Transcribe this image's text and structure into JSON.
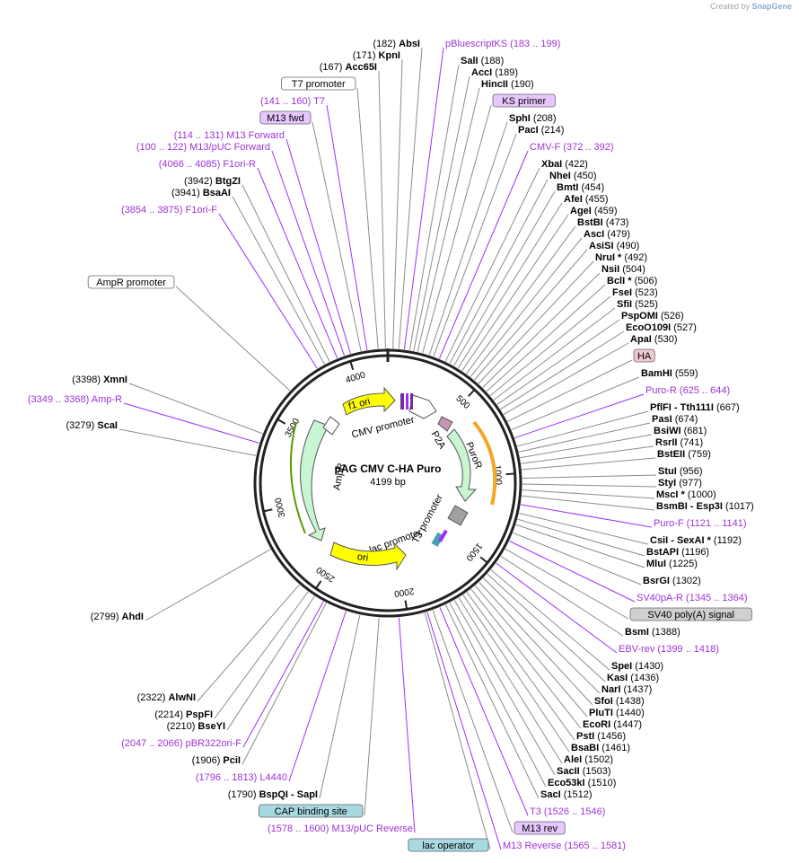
{
  "credit": {
    "prefix": "Created by",
    "brand": "SnapGene"
  },
  "map": {
    "name": "pAG CMV C-HA Puro",
    "length_label": "4199 bp",
    "total_bp": 4199,
    "ticks": [
      "500",
      "1000",
      "1500",
      "2000",
      "2500",
      "3000",
      "3500",
      "4000"
    ]
  },
  "colors": {
    "enzyme": "#000000",
    "primer_text": "#a033d6",
    "primer_line": "#9b30ff",
    "feature_green": "#c8f5d2",
    "ori_yellow": "#ffff00",
    "puro_orange": "#f5a623",
    "ha_box": "#f0c8cf",
    "primer_box": "#e6c8ff",
    "grey_box": "#d0d0d0",
    "blue_box": "#a8d8e0"
  },
  "features": [
    {
      "name": "f1 ori",
      "label": "f1 ori"
    },
    {
      "name": "cmv-promoter",
      "label": "CMV promoter"
    },
    {
      "name": "p2a",
      "label": "P2A"
    },
    {
      "name": "puror",
      "label": "PuroR"
    },
    {
      "name": "t3-promoter",
      "label": "T3 promoter"
    },
    {
      "name": "lac-promoter",
      "label": "lac promoter"
    },
    {
      "name": "ori",
      "label": "ori"
    },
    {
      "name": "ampr",
      "label": "AmpR"
    }
  ],
  "left_labels": [
    {
      "kind": "enzyme",
      "pos": "(182)",
      "name": "AbsI"
    },
    {
      "kind": "enzyme",
      "pos": "(171)",
      "name": "KpnI"
    },
    {
      "kind": "enzyme",
      "pos": "(167)",
      "name": "Acc65I"
    },
    {
      "kind": "boxfeat",
      "name": "T7 promoter"
    },
    {
      "kind": "primer",
      "pos": "(141 .. 160)",
      "name": "T7"
    },
    {
      "kind": "boxprimer",
      "name": "M13 fwd"
    },
    {
      "kind": "primer",
      "pos": "(114 .. 131)",
      "name": "M13 Forward"
    },
    {
      "kind": "primer",
      "pos": "(100 .. 122)",
      "name": "M13/pUC Forward"
    },
    {
      "kind": "primer",
      "pos": "(4066 .. 4085)",
      "name": "F1ori-R"
    },
    {
      "kind": "enzyme",
      "pos": "(3942)",
      "name": "BtgZI"
    },
    {
      "kind": "enzyme",
      "pos": "(3941)",
      "name": "BsaAI"
    },
    {
      "kind": "primer",
      "pos": "(3854 .. 3875)",
      "name": "F1ori-F"
    },
    {
      "kind": "boxfeat",
      "name": "AmpR promoter"
    },
    {
      "kind": "enzyme",
      "pos": "(3398)",
      "name": "XmnI"
    },
    {
      "kind": "primer",
      "pos": "(3349 .. 3368)",
      "name": "Amp-R"
    },
    {
      "kind": "enzyme",
      "pos": "(3279)",
      "name": "ScaI"
    },
    {
      "kind": "enzyme",
      "pos": "(2799)",
      "name": "AhdI"
    },
    {
      "kind": "enzyme",
      "pos": "(2322)",
      "name": "AlwNI"
    },
    {
      "kind": "enzyme",
      "pos": "(2214)",
      "name": "PspFI"
    },
    {
      "kind": "enzyme",
      "pos": "(2210)",
      "name": "BseYI"
    },
    {
      "kind": "primer",
      "pos": "(2047 .. 2066)",
      "name": "pBR322ori-F"
    },
    {
      "kind": "enzyme",
      "pos": "(1906)",
      "name": "PciI"
    },
    {
      "kind": "primer",
      "pos": "(1796 .. 1813)",
      "name": "L4440"
    },
    {
      "kind": "enzyme",
      "pos": "(1790)",
      "name": "BspQI - SapI"
    },
    {
      "kind": "boxblue",
      "name": "CAP binding site"
    },
    {
      "kind": "primer",
      "pos": "(1578 .. 1600)",
      "name": "M13/pUC Reverse"
    },
    {
      "kind": "boxblue",
      "name": "lac operator"
    }
  ],
  "right_labels": [
    {
      "kind": "primer",
      "name": "pBluescriptKS",
      "pos": "(183 .. 199)"
    },
    {
      "kind": "enzyme",
      "name": "SalI",
      "pos": "(188)"
    },
    {
      "kind": "enzyme",
      "name": "AccI",
      "pos": "(189)"
    },
    {
      "kind": "enzyme",
      "name": "HincII",
      "pos": "(190)"
    },
    {
      "kind": "boxprimer",
      "name": "KS primer"
    },
    {
      "kind": "enzyme",
      "name": "SphI",
      "pos": "(208)"
    },
    {
      "kind": "enzyme",
      "name": "PacI",
      "pos": "(214)"
    },
    {
      "kind": "primer",
      "name": "CMV-F",
      "pos": "(372 .. 392)"
    },
    {
      "kind": "enzyme",
      "name": "XbaI",
      "pos": "(422)"
    },
    {
      "kind": "enzyme",
      "name": "NheI",
      "pos": "(450)"
    },
    {
      "kind": "enzyme",
      "name": "BmtI",
      "pos": "(454)"
    },
    {
      "kind": "enzyme",
      "name": "AfeI",
      "pos": "(455)"
    },
    {
      "kind": "enzyme",
      "name": "AgeI",
      "pos": "(459)"
    },
    {
      "kind": "enzyme",
      "name": "BstBI",
      "pos": "(473)"
    },
    {
      "kind": "enzyme",
      "name": "AscI",
      "pos": "(479)"
    },
    {
      "kind": "enzyme",
      "name": "AsiSI",
      "pos": "(490)"
    },
    {
      "kind": "enzyme",
      "name": "NruI *",
      "pos": "(492)"
    },
    {
      "kind": "enzyme",
      "name": "NsiI",
      "pos": "(504)"
    },
    {
      "kind": "enzyme",
      "name": "BclI *",
      "pos": "(506)"
    },
    {
      "kind": "enzyme",
      "name": "FseI",
      "pos": "(523)"
    },
    {
      "kind": "enzyme",
      "name": "SfiI",
      "pos": "(525)"
    },
    {
      "kind": "enzyme",
      "name": "PspOMI",
      "pos": "(526)"
    },
    {
      "kind": "enzyme",
      "name": "EcoO109I",
      "pos": "(527)"
    },
    {
      "kind": "enzyme",
      "name": "ApaI",
      "pos": "(530)"
    },
    {
      "kind": "boxha",
      "name": "HA"
    },
    {
      "kind": "enzyme",
      "name": "BamHI",
      "pos": "(559)"
    },
    {
      "kind": "primer",
      "name": "Puro-R",
      "pos": "(625 .. 644)"
    },
    {
      "kind": "enzyme",
      "name": "PflFI - Tth111I",
      "pos": "(667)"
    },
    {
      "kind": "enzyme",
      "name": "PasI",
      "pos": "(674)"
    },
    {
      "kind": "enzyme",
      "name": "BsiWI",
      "pos": "(681)"
    },
    {
      "kind": "enzyme",
      "name": "RsrII",
      "pos": "(741)"
    },
    {
      "kind": "enzyme",
      "name": "BstEII",
      "pos": "(759)"
    },
    {
      "kind": "enzyme",
      "name": "StuI",
      "pos": "(956)"
    },
    {
      "kind": "enzyme",
      "name": "StyI",
      "pos": "(977)"
    },
    {
      "kind": "enzyme",
      "name": "MscI *",
      "pos": "(1000)"
    },
    {
      "kind": "enzyme",
      "name": "BsmBI - Esp3I",
      "pos": "(1017)"
    },
    {
      "kind": "primer",
      "name": "Puro-F",
      "pos": "(1121 .. 1141)"
    },
    {
      "kind": "enzyme",
      "name": "CsiI - SexAI *",
      "pos": "(1192)"
    },
    {
      "kind": "enzyme",
      "name": "BstAPI",
      "pos": "(1196)"
    },
    {
      "kind": "enzyme",
      "name": "MluI",
      "pos": "(1225)"
    },
    {
      "kind": "enzyme",
      "name": "BsrGI",
      "pos": "(1302)"
    },
    {
      "kind": "primer",
      "name": "SV40pA-R",
      "pos": "(1345 .. 1364)"
    },
    {
      "kind": "boxgrey",
      "name": "SV40 poly(A) signal"
    },
    {
      "kind": "enzyme",
      "name": "BsmI",
      "pos": "(1388)"
    },
    {
      "kind": "primer",
      "name": "EBV-rev",
      "pos": "(1399 .. 1418)"
    },
    {
      "kind": "enzyme",
      "name": "SpeI",
      "pos": "(1430)"
    },
    {
      "kind": "enzyme",
      "name": "KasI",
      "pos": "(1436)"
    },
    {
      "kind": "enzyme",
      "name": "NarI",
      "pos": "(1437)"
    },
    {
      "kind": "enzyme",
      "name": "SfoI",
      "pos": "(1438)"
    },
    {
      "kind": "enzyme",
      "name": "PluTI",
      "pos": "(1440)"
    },
    {
      "kind": "enzyme",
      "name": "EcoRI",
      "pos": "(1447)"
    },
    {
      "kind": "enzyme",
      "name": "PstI",
      "pos": "(1456)"
    },
    {
      "kind": "enzyme",
      "name": "BsaBI",
      "pos": "(1461)"
    },
    {
      "kind": "enzyme",
      "name": "AleI",
      "pos": "(1502)"
    },
    {
      "kind": "enzyme",
      "name": "SacII",
      "pos": "(1503)"
    },
    {
      "kind": "enzyme",
      "name": "Eco53kI",
      "pos": "(1510)"
    },
    {
      "kind": "enzyme",
      "name": "SacI",
      "pos": "(1512)"
    },
    {
      "kind": "primer",
      "name": "T3",
      "pos": "(1526 .. 1546)"
    },
    {
      "kind": "boxprimer",
      "name": "M13 rev"
    },
    {
      "kind": "primer",
      "name": "M13 Reverse",
      "pos": "(1565 .. 1581)"
    }
  ]
}
